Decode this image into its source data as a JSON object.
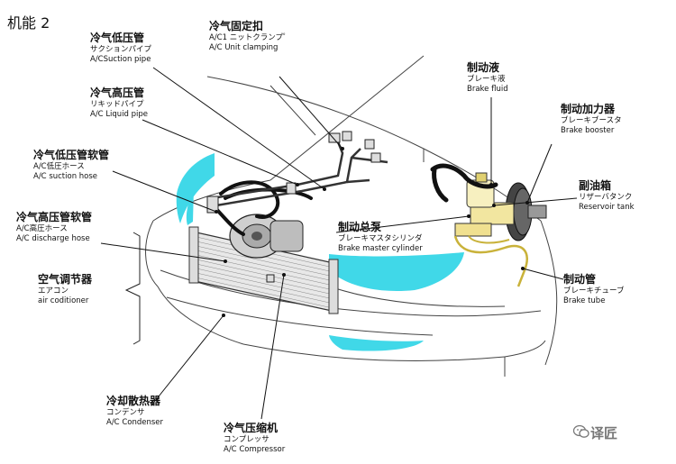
{
  "title": "机能 2",
  "watermark": "译匠",
  "highlight_color": "#40d8e8",
  "labels": {
    "suction_pipe": {
      "zh": "冷气低压管",
      "jp": "サクションパイプ",
      "en": "A/CSuction pipe"
    },
    "clamping": {
      "zh": "冷气固定扣",
      "jp": "A/C1 ニットクランプ゜",
      "en": "A/C Unit   clamping"
    },
    "liquid_pipe": {
      "zh": "冷气高压管",
      "jp": "リキッドパイプ",
      "en": "A/C Liquid  pipe"
    },
    "suction_hose": {
      "zh": "冷气低压管软管",
      "jp": "A/C低圧ホース",
      "en": "A/C    suction hose"
    },
    "discharge_hose": {
      "zh": "冷气高压管软管",
      "jp": "A/C高圧ホース",
      "en": "A/C discharge hose"
    },
    "air_conditioner": {
      "zh": "空气调节器",
      "jp": "エアコン",
      "en": "air coditioner"
    },
    "condenser": {
      "zh": "冷却散热器",
      "jp": "コンデンサ",
      "en": "A/C Condenser"
    },
    "compressor": {
      "zh": "冷气压缩机",
      "jp": "コンプレッサ",
      "en": "A/C Compressor"
    },
    "brake_fluid": {
      "zh": "制动液",
      "jp": "ブレーキ液",
      "en": "Brake fluid"
    },
    "brake_booster": {
      "zh": "制动加力器",
      "jp": "ブレーキブースタ",
      "en": "Brake booster"
    },
    "reservoir_tank": {
      "zh": "副油箱",
      "jp": "リザーバタンク",
      "en": "Reservoir tank"
    },
    "master_cylinder": {
      "zh": "制动总泵",
      "jp": "ブレーキマスタシリンダ",
      "en": "Brake master cylinder"
    },
    "brake_tube": {
      "zh": "制动管",
      "jp": "ブレーキチューブ",
      "en": "Brake tube"
    }
  }
}
